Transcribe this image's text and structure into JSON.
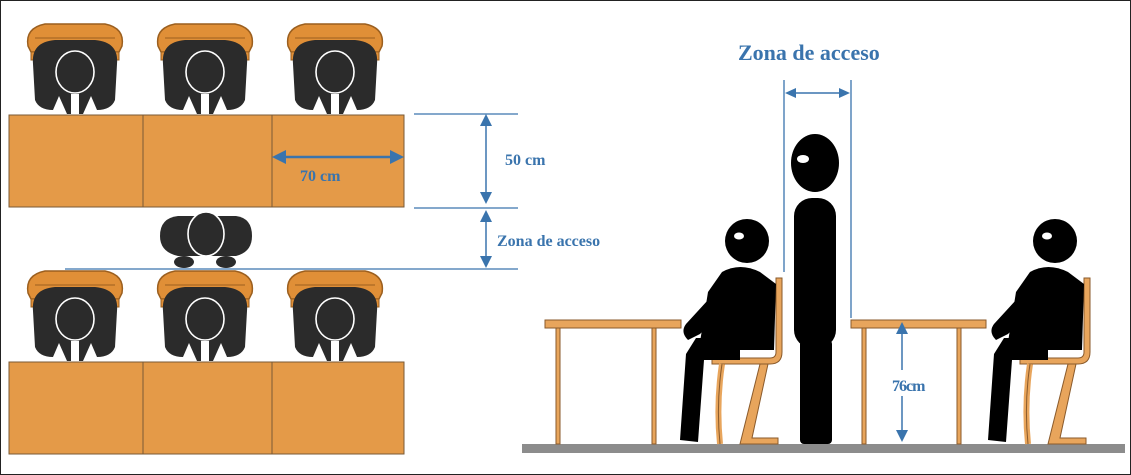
{
  "labels": {
    "top_right_title": "Zona de acceso",
    "depth_label": "50 cm",
    "width_label": "70 cm",
    "access_label_plan": "Zona de acceso",
    "height_label": "76cm"
  },
  "colors": {
    "desk": "#e49a48",
    "desk_stroke": "#7a5a36",
    "chair": "#e08f37",
    "chair_stroke": "#9b5f1f",
    "person_plan": "#2b2b2b",
    "person_side": "#000000",
    "dimension": "#3a74ad",
    "floor": "#8c8c8c",
    "table_side": "#e8a55c",
    "frame": "#222222"
  },
  "icons": {
    "seated_person_plan": "seated-person-top-view-icon",
    "walking_person_plan": "walking-person-top-view-icon",
    "standing_person_side": "standing-person-side-icon",
    "seated_person_side": "seated-person-side-icon"
  }
}
